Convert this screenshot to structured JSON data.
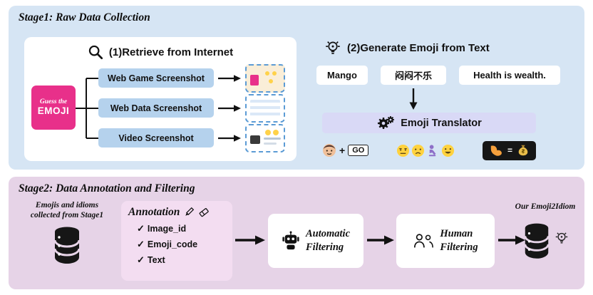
{
  "stage1": {
    "title": "Stage1: Raw Data Collection",
    "retrieve": {
      "heading": "(1)Retrieve from Internet",
      "logo_top": "Guess the",
      "logo_bottom": "EMOJI",
      "buttons": [
        "Web Game Screenshot",
        "Web Data Screenshot",
        "Video Screenshot"
      ]
    },
    "generate": {
      "heading": "(2)Generate Emoji from Text",
      "inputs": [
        "Mango",
        "闷闷不乐",
        "Health is wealth."
      ],
      "translator_label": "Emoji Translator",
      "outputs": {
        "plus": "+",
        "go_label": "GO",
        "equals": "="
      }
    }
  },
  "stage2": {
    "title": "Stage2: Data Annotation and Filtering",
    "source_line1": "Emojis and idioms",
    "source_line2": "collected from Stage1",
    "annotation": {
      "title": "Annotation",
      "check": "✓",
      "items": [
        "Image_id",
        "Emoji_code",
        "Text"
      ]
    },
    "auto_filter_line1": "Automatic",
    "auto_filter_line2": "Filtering",
    "human_filter_line1": "Human",
    "human_filter_line2": "Filtering",
    "output_label": "Our Emoji2Idiom"
  },
  "colors": {
    "stage1_bg": "#d6e5f4",
    "stage2_bg": "#e6d3e7",
    "button_blue": "#b5d2ed",
    "translator_lavender": "#d9d9f6",
    "annotation_pink": "#f3ddf1",
    "logo_magenta": "#e8308a",
    "dashed_border_blue": "#5b9bd5"
  }
}
